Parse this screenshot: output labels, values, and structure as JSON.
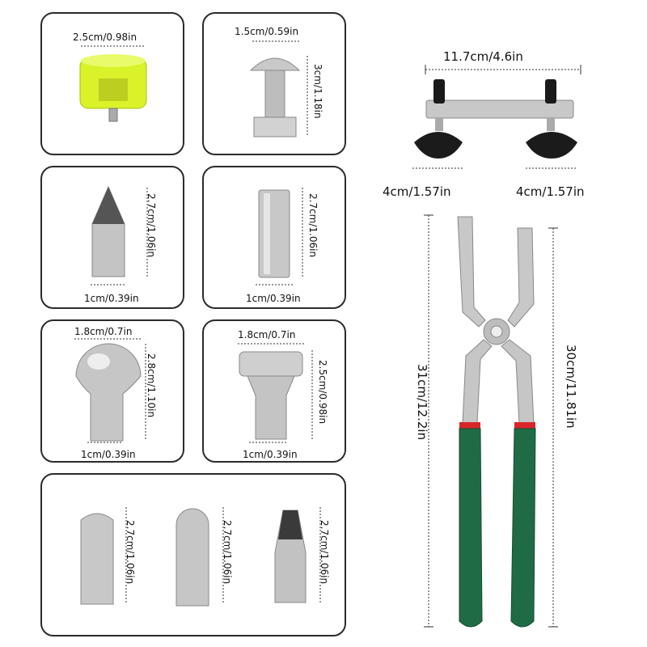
{
  "cards": {
    "hammer_tip": {
      "width": "2.5cm/0.98in"
    },
    "bolt": {
      "width": "1.5cm/0.59in",
      "height": "3cm/1.18in"
    },
    "pointed_tip": {
      "height": "2.7cm/1.06in",
      "width": "1cm/0.39in"
    },
    "flat_tip": {
      "height": "2.7cm/1.06in",
      "width": "1cm/0.39in"
    },
    "dome_tip": {
      "top_width": "1.8cm/0.7in",
      "height": "2.8cm/1.10in",
      "width": "1cm/0.39in"
    },
    "mushroom_tip": {
      "top_width": "1.8cm/0.7in",
      "height": "2.5cm/0.98in",
      "width": "1cm/0.39in"
    },
    "tip_set": {
      "tip1_height": "2.7cm/1.06in",
      "tip2_height": "2.7cm/1.06in",
      "tip3_height": "2.7cm/1.06in"
    }
  },
  "bridge": {
    "length": "11.7cm/4.6in",
    "left_pad": "4cm/1.57in",
    "right_pad": "4cm/1.57in"
  },
  "pliers": {
    "left_length": "31cm/12.2in",
    "right_length": "30cm/11.81in"
  },
  "colors": {
    "card_border": "#2b2b2b",
    "handle_green": "#1f6b45",
    "band_red": "#d8262a",
    "hammer_yellow": "#d9f22a"
  }
}
